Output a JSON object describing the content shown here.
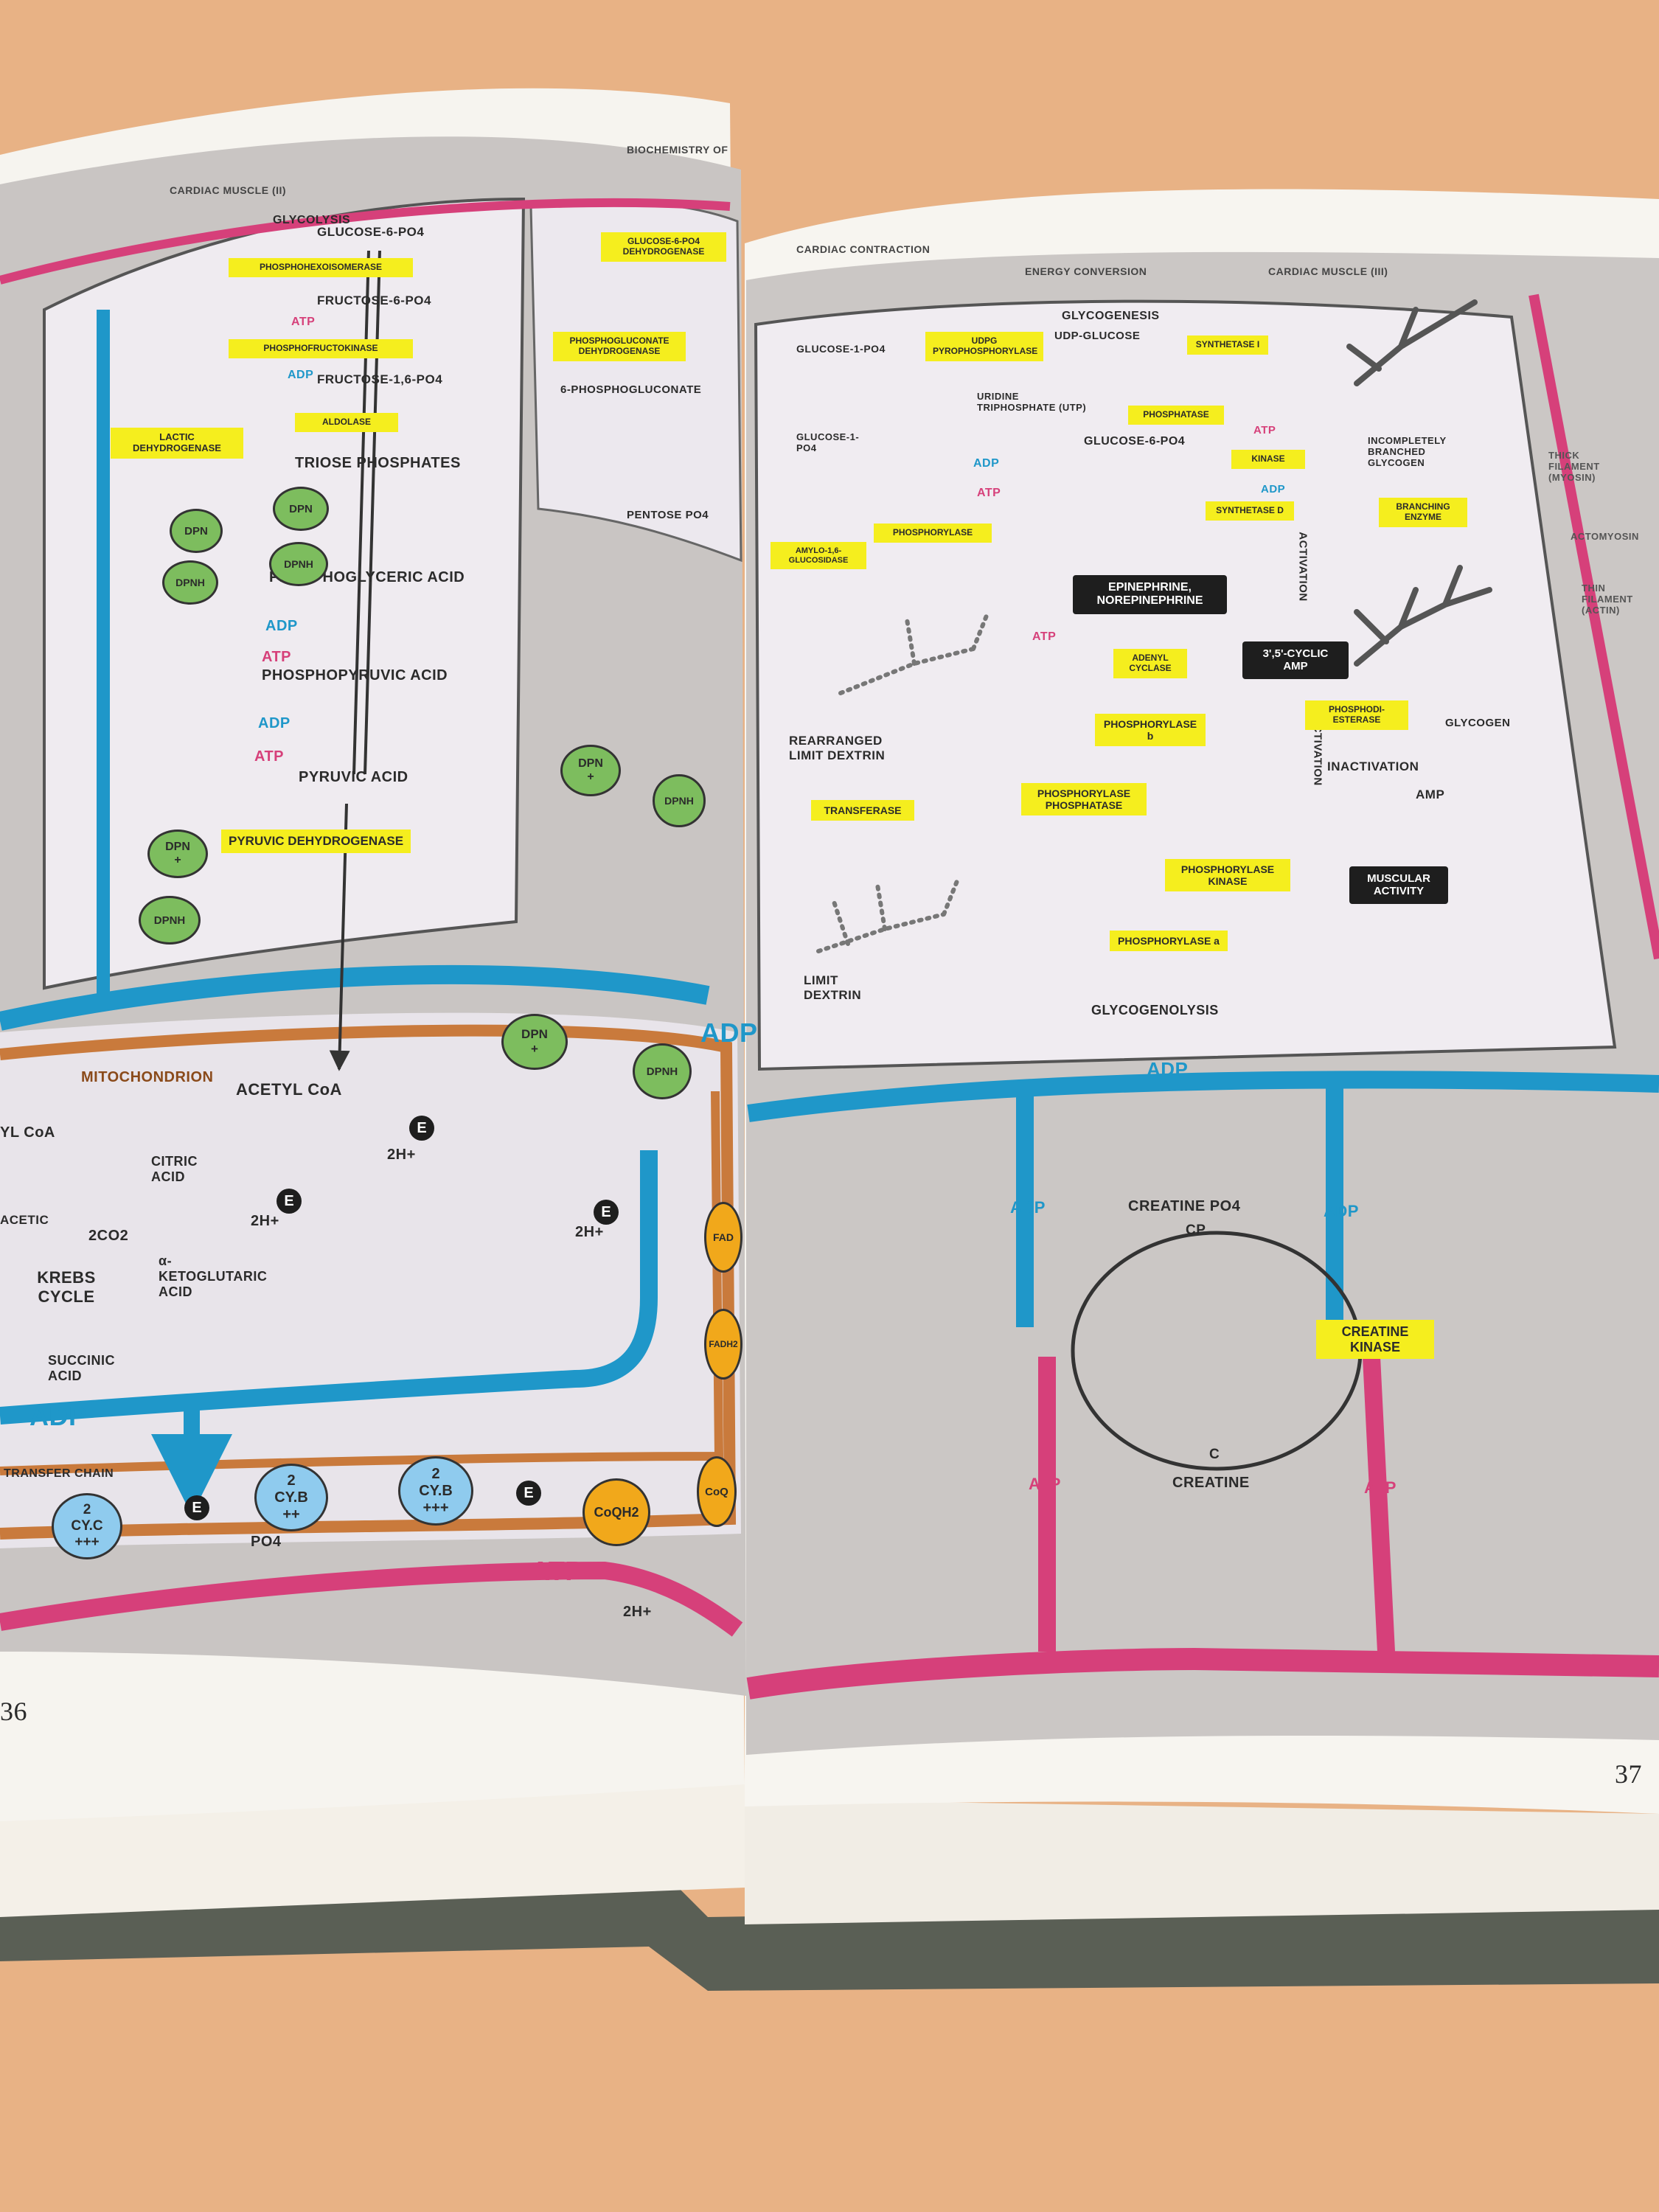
{
  "left_page": {
    "header": {
      "left": "CARDIAC MUSCLE (II)",
      "right": "BIOCHEMISTRY OF"
    },
    "glycolysis": {
      "title": "GLYCOLYSIS",
      "glucose": "GLUCOSE-6-PO4",
      "fructose6": "FRUCTOSE-6-PO4",
      "fructose16": "FRUCTOSE-1,6-PO4",
      "triose": "TRIOSE PHOSPHATES",
      "pga": "PHOSPHOGLYCERIC ACID",
      "pep": "PHOSPHOPYRUVIC ACID",
      "pyruvic": "PYRUVIC ACID",
      "phosphoglucose_pathway": "6-PHOSPHOGLUCONATE",
      "pentose": "PENTOSE PO4",
      "atp": "ATP",
      "adp": "ADP"
    },
    "enzymes": {
      "pyruvic_dehydrogenase": "PYRUVIC DEHYDROGENASE",
      "lactic_dehydrogenase": "LACTIC DEHYDROGENASE",
      "phosphoglucoisomerase": "PHOSPHOHEXOISOMERASE",
      "phosphofructokinase": "PHOSPHOFRUCTOKINASE",
      "aldolase": "ALDOLASE",
      "g6pd": "GLUCOSE-6-PO4 DEHYDROGENASE",
      "phosphogluconate_dh": "PHOSPHOGLUCONATE DEHYDROGENASE"
    },
    "cofactors": {
      "dpn": "DPN",
      "dpn_plus": "+",
      "dpnh": "DPNH"
    },
    "mitochondrion": {
      "title": "MITOCHONDRION",
      "acetyl": "ACETYL CoA",
      "acetyl_left": "YL CoA",
      "citric": "CITRIC ACID",
      "kreb": "KREBS CYCLE",
      "keto": "α-KETOGLUTARIC ACID",
      "succinic": "SUCCINIC ACID",
      "co2": "2CO2",
      "acetic": "ACETIC",
      "chain": "TRANSFER CHAIN",
      "two_e": "2",
      "e": "E",
      "h": "2H+",
      "po4": "PO4",
      "fad": "FAD",
      "fadh": "FADH2",
      "coq": "CoQ",
      "coqh2": "CoQH2",
      "cyb2": "CY.B",
      "cyb2_ox": "++",
      "cyb3_ox": "+++",
      "cyc": "CY.C",
      "cyc_ox": "+++",
      "two": "2"
    },
    "flows": {
      "adp": "ADP",
      "atp": "ATP"
    },
    "page_number": "36"
  },
  "right_page": {
    "header": {
      "left": "CARDIAC CONTRACTION",
      "mid": "ENERGY CONVERSION",
      "right": "CARDIAC MUSCLE (III)"
    },
    "glycogen": {
      "glycogenesis": "GLYCOGENESIS",
      "udpg": "UDP-GLUCOSE",
      "glucose1": "GLUCOSE-1-PO4",
      "glucose1_left": "GLUCOSE-1-PO4",
      "uridine": "URIDINE TRIPHOSPHATE (UTP)",
      "glucose6": "GLUCOSE-6-PO4",
      "incompletely": "INCOMPLETELY BRANCHED GLYCOGEN",
      "glycogen": "GLYCOGEN",
      "rearranged": "REARRANGED LIMIT DEXTRIN",
      "limit": "LIMIT DEXTRIN",
      "glycogenolysis": "GLYCOGENOLYSIS",
      "epi": "EPINEPHRINE, NOREPINEPHRINE",
      "camp": "3',5'-CYCLIC AMP",
      "activation": "ACTIVATION",
      "inactivation": "INACTIVATION",
      "amp": "AMP",
      "muscular": "MUSCULAR ACTIVITY",
      "atp": "ATP",
      "adp": "ADP"
    },
    "enzymes": {
      "udpg_pyro": "UDPG PYROPHOSPHORYLASE",
      "synthetase": "SYNTHETASE I",
      "synthetase_d": "SYNTHETASE D",
      "phosphatase": "PHOSPHATASE",
      "kinase": "KINASE",
      "branching": "BRANCHING ENZYME",
      "amylo": "AMYLO-1,6-GLUCOSIDASE",
      "phosphorylase": "PHOSPHORYLASE",
      "adenyl": "ADENYL CYCLASE",
      "phosphodiesterase": "PHOSPHODI-ESTERASE",
      "phosphorylase_b": "PHOSPHORYLASE b",
      "phosphorylase_phosphatase": "PHOSPHORYLASE PHOSPHATASE",
      "phosphorylase_kinase": "PHOSPHORYLASE KINASE",
      "phosphorylase_a": "PHOSPHORYLASE a",
      "transferase": "TRANSFERASE",
      "creatine_kinase": "CREATINE KINASE"
    },
    "creatine": {
      "cpo4": "CREATINE PO4",
      "cp": "CP",
      "c": "C",
      "creatine": "CREATINE"
    },
    "side": {
      "thick": "THICK FILAMENT (MYOSIN)",
      "actomyosin": "ACTOMYOSIN",
      "thin": "THIN FILAMENT (ACTIN)"
    },
    "flows": {
      "adp": "ADP",
      "atp": "ATP"
    },
    "page_number": "37"
  },
  "colors": {
    "adp_flow": "#1f97c9",
    "atp_flow": "#d6407a",
    "enzyme_highlight": "#f5ee1e",
    "mito_membrane": "#c97a3c",
    "dpn_node": "#7dbd5e",
    "fad_node": "#f1a81b",
    "cyt_node": "#8fcbee"
  }
}
